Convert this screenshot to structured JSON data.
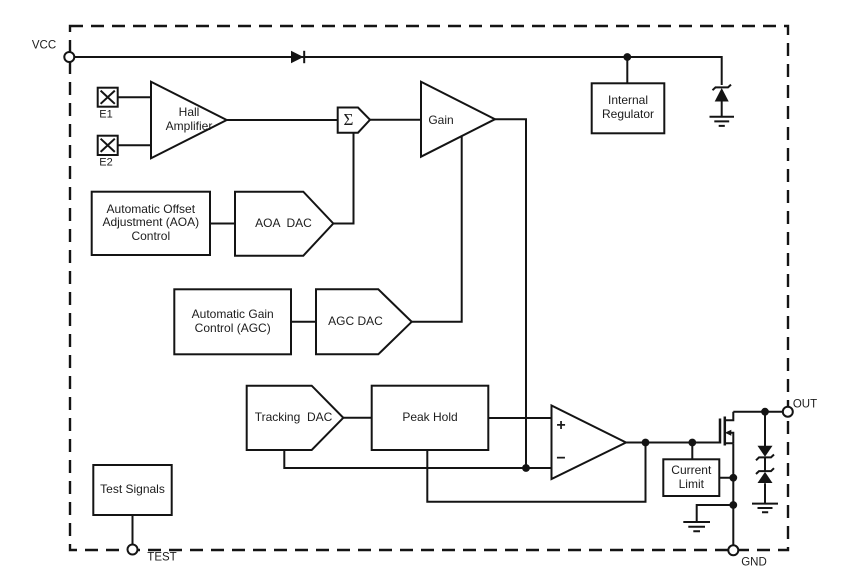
{
  "colors": {
    "line": "#141414",
    "text": "#1c1c1c",
    "background": "#ffffff"
  },
  "pins": {
    "vcc": "VCC",
    "out": "OUT",
    "gnd": "GND",
    "test": "TEST"
  },
  "sensor_elements": {
    "e1": "E1",
    "e2": "E2"
  },
  "blocks": {
    "hall_amplifier": "Hall\nAmplifier",
    "summing_node": "Σ",
    "gain": "Gain",
    "internal_regulator": "Internal\nRegulator",
    "aoa_control": "Automatic Offset\nAdjustment (AOA)\nControl",
    "aoa_dac": "AOA  DAC",
    "agc_control": "Automatic Gain\nControl (AGC)",
    "agc_dac": "AGC DAC",
    "tracking_dac": "Tracking  DAC",
    "peak_hold": "Peak Hold",
    "comparator_plus": "+",
    "comparator_minus": "−",
    "current_limit": "Current\nLimit",
    "test_signals": "Test Signals"
  },
  "symbols": {
    "boundary": "dashed-ic-boundary",
    "vcc_diode": "series-diode-icon",
    "vcc_zener": "zener-diode-to-ground-icon",
    "output_clamp": "back-to-back-zener-icons",
    "output_transistor": "nmos-transistor-icon",
    "grounds": "ground-icon",
    "junctions": "junction-dot",
    "pin_terminals": "open-circle-pin"
  }
}
